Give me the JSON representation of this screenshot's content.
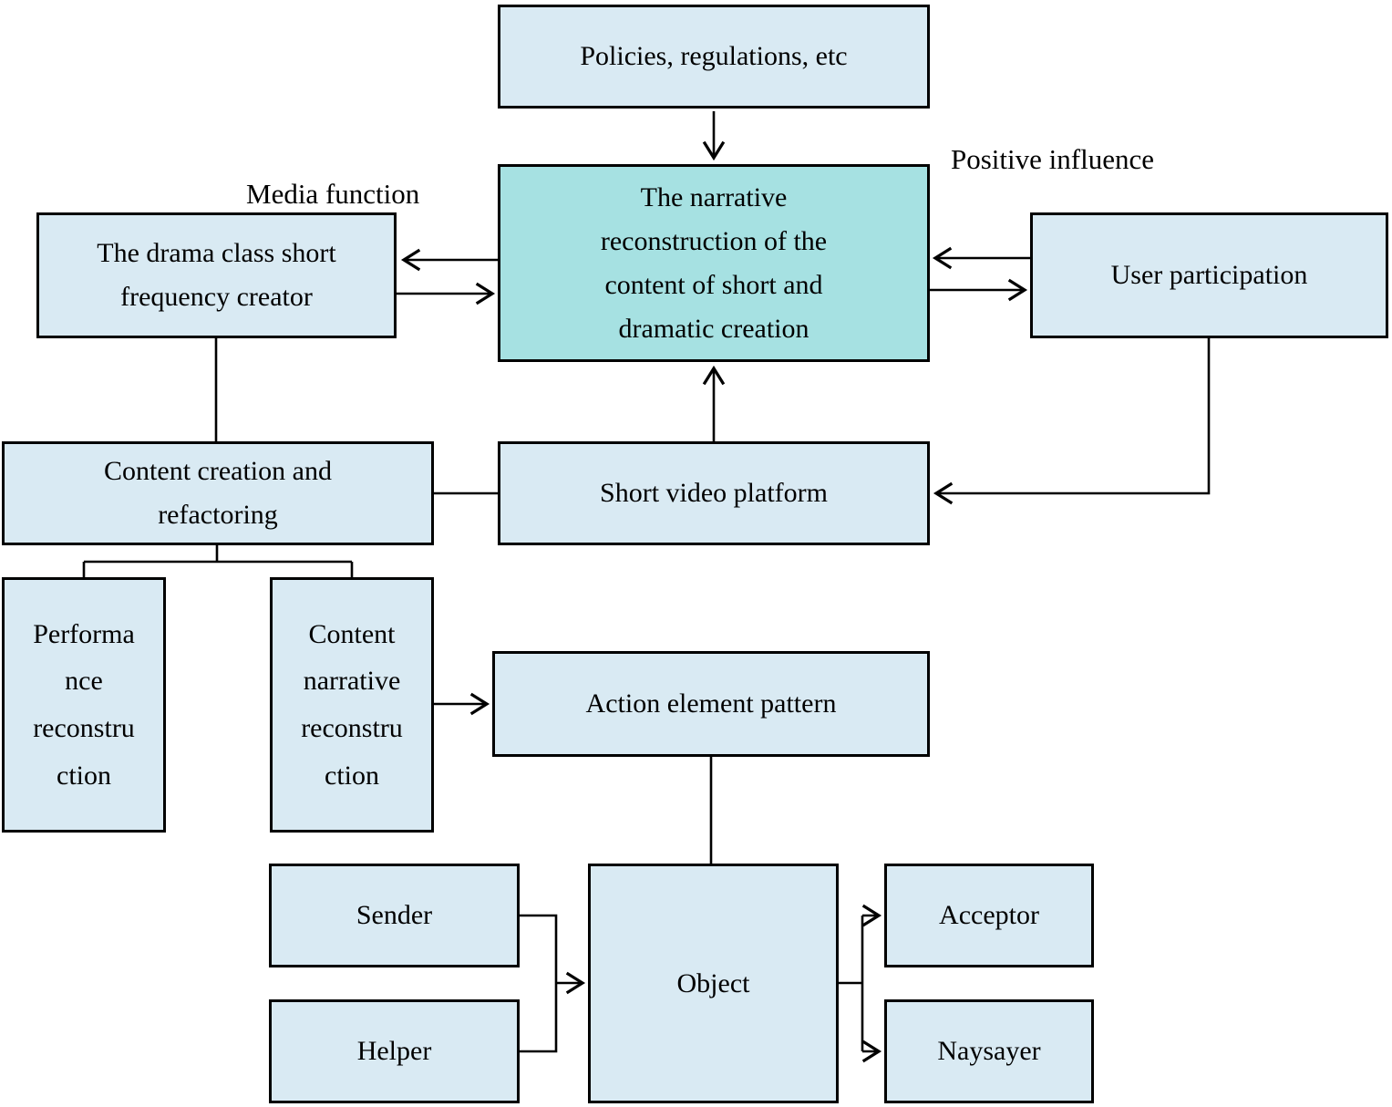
{
  "diagram": {
    "labels": {
      "media_function": "Media function",
      "positive_influence": "Positive influence"
    },
    "boxes": {
      "policies": "Policies, regulations, etc",
      "narrative": "The narrative\nreconstruction of the\ncontent of short and\ndramatic creation",
      "drama_creator": "The drama class short\nfrequency creator",
      "user_participation": "User participation",
      "content_creation": "Content creation and\nrefactoring",
      "short_video_platform": "Short video platform",
      "performance_reconstruction": "Performa\nnce\nreconstru\nction",
      "content_narrative_reconstruction": "Content\nnarrative\nreconstru\nction",
      "action_element_pattern": "Action element pattern",
      "sender": "Sender",
      "helper": "Helper",
      "object": "Object",
      "acceptor": "Acceptor",
      "naysayer": "Naysayer"
    },
    "colors": {
      "box_fill": "#d9eaf3",
      "highlight_fill": "#a6e1e2",
      "border": "#000000",
      "background": "#ffffff",
      "text": "#000000"
    }
  }
}
